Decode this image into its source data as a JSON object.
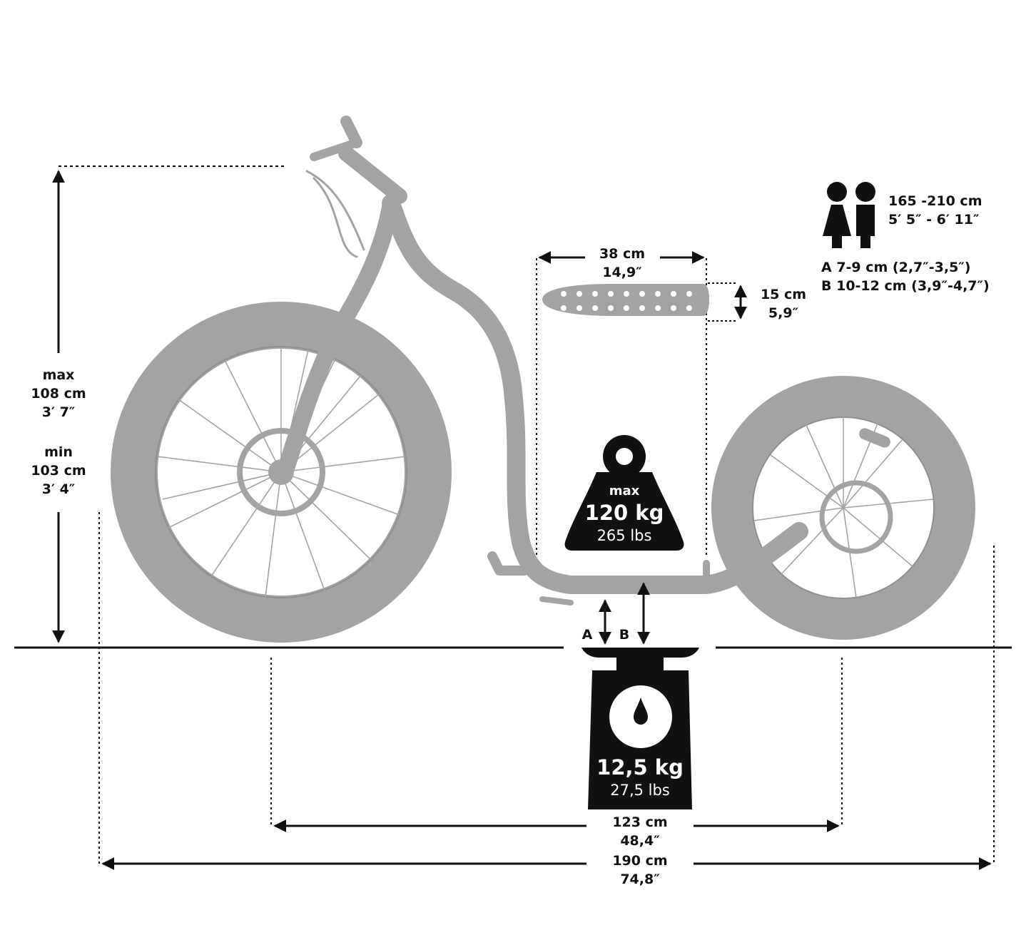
{
  "colors": {
    "bike": "#a3a3a3",
    "bike_dark": "#8f8f8f",
    "line": "#111111",
    "background": "#ffffff",
    "weight_fill": "#111111",
    "weight_text": "#ffffff"
  },
  "height": {
    "max_label": "max",
    "max_cm": "108 cm",
    "max_ft": "3′ 7″",
    "min_label": "min",
    "min_cm": "103 cm",
    "min_ft": "3′ 4″"
  },
  "deck": {
    "length_cm": "38 cm",
    "length_in": "14,9″",
    "width_cm": "15 cm",
    "width_in": "5,9″"
  },
  "rider": {
    "icon": "rider-height-icon",
    "height_cm": "165 -210 cm",
    "height_ft": "5′ 5″ - 6′ 11″",
    "clearance_a": "A 7-9 cm (2,7″-3,5″)",
    "clearance_b": "B 10-12 cm (3,9″-4,7″)"
  },
  "max_load": {
    "icon": "weight-icon",
    "label": "max",
    "kg": "120 kg",
    "lbs": "265 lbs"
  },
  "ground_clearance": {
    "a": "A",
    "b": "B"
  },
  "bike_weight": {
    "icon": "scale-icon",
    "kg": "12,5 kg",
    "lbs": "27,5 lbs"
  },
  "wheelbase": {
    "cm": "123 cm",
    "in": "48,4″"
  },
  "total_length": {
    "cm": "190 cm",
    "in": "74,8″"
  }
}
